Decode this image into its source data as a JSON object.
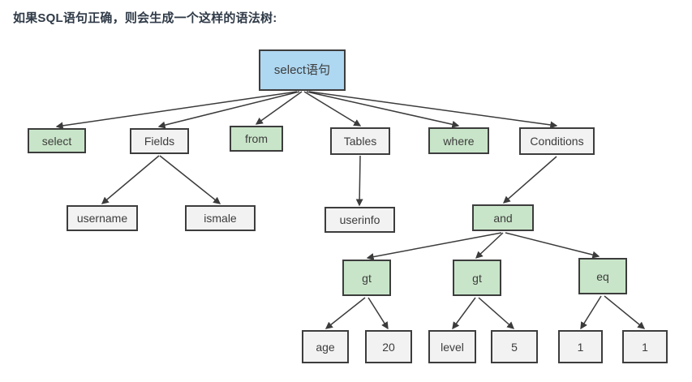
{
  "title": "如果SQL语句正确，则会生成一个这样的语法树:",
  "colors": {
    "root_fill": "#aed7f1",
    "keyword_fill": "#c9e5c9",
    "plain_fill": "#f2f2f2",
    "border": "#3d3d3d",
    "line": "#3b3b3b",
    "node_text": "#3c3c3c",
    "title_text": "#2f3a47"
  },
  "tree": {
    "root": {
      "label": "select语句",
      "kind": "root"
    },
    "nodes": {
      "select": {
        "label": "select",
        "kind": "keyword"
      },
      "fields": {
        "label": "Fields",
        "kind": "plain"
      },
      "from": {
        "label": "from",
        "kind": "keyword"
      },
      "tables": {
        "label": "Tables",
        "kind": "plain"
      },
      "where": {
        "label": "where",
        "kind": "keyword"
      },
      "conditions": {
        "label": "Conditions",
        "kind": "plain"
      },
      "username": {
        "label": "username",
        "kind": "plain"
      },
      "ismale": {
        "label": "ismale",
        "kind": "plain"
      },
      "userinfo": {
        "label": "userinfo",
        "kind": "plain"
      },
      "and": {
        "label": "and",
        "kind": "keyword"
      },
      "gt1": {
        "label": "gt",
        "kind": "keyword"
      },
      "gt2": {
        "label": "gt",
        "kind": "keyword"
      },
      "eq": {
        "label": "eq",
        "kind": "keyword"
      },
      "age": {
        "label": "age",
        "kind": "plain"
      },
      "num20": {
        "label": "20",
        "kind": "plain"
      },
      "level": {
        "label": "level",
        "kind": "plain"
      },
      "num5": {
        "label": "5",
        "kind": "plain"
      },
      "one_left": {
        "label": "1",
        "kind": "plain"
      },
      "one_right": {
        "label": "1",
        "kind": "plain"
      }
    },
    "edges": [
      [
        "root",
        "select"
      ],
      [
        "root",
        "fields"
      ],
      [
        "root",
        "from"
      ],
      [
        "root",
        "tables"
      ],
      [
        "root",
        "where"
      ],
      [
        "root",
        "conditions"
      ],
      [
        "fields",
        "username"
      ],
      [
        "fields",
        "ismale"
      ],
      [
        "tables",
        "userinfo"
      ],
      [
        "conditions",
        "and"
      ],
      [
        "and",
        "gt1"
      ],
      [
        "and",
        "gt2"
      ],
      [
        "and",
        "eq"
      ],
      [
        "gt1",
        "age"
      ],
      [
        "gt1",
        "num20"
      ],
      [
        "gt2",
        "level"
      ],
      [
        "gt2",
        "num5"
      ],
      [
        "eq",
        "one_left"
      ],
      [
        "eq",
        "one_right"
      ]
    ]
  }
}
